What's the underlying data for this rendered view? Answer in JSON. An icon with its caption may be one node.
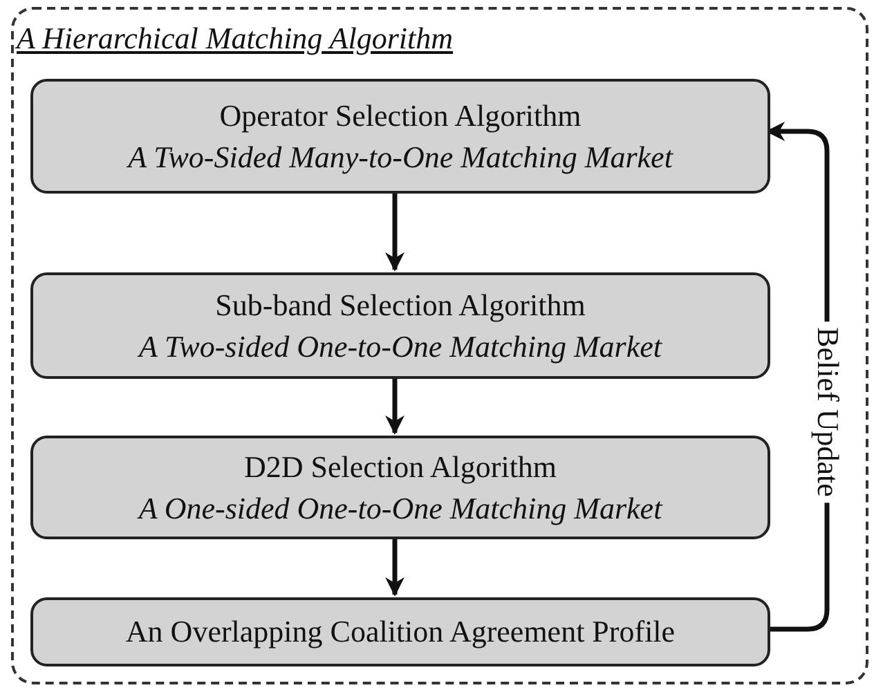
{
  "diagram": {
    "nodes": [
      {
        "text": [
          "A Hierarchical Matching Algorithm"
        ]
      },
      {
        "text": [
          "Operator Selection Algorithm",
          "A Two-Sided Many-to-One Matching Market"
        ],
        "in": 0
      },
      {
        "text": [
          "Sub-band Selection Algorithm",
          "A Two-sided One-to-One Matching Market"
        ],
        "in": 0
      },
      {
        "text": [
          "D2D Selection Algorithm",
          "A One-sided One-to-One Matching Market"
        ],
        "in": 0
      },
      {
        "text": [
          "An Overlapping Coalition Agreement Profile"
        ],
        "in": 0
      }
    ],
    "edges": [
      {
        "from": 1,
        "to": 2,
        "arrow": "to"
      },
      {
        "from": 2,
        "to": 3,
        "arrow": "to"
      },
      {
        "from": 3,
        "to": 4,
        "arrow": "to"
      },
      {
        "from": 4,
        "to": 1,
        "arrow": "to",
        "label": "Belief Update"
      }
    ]
  }
}
